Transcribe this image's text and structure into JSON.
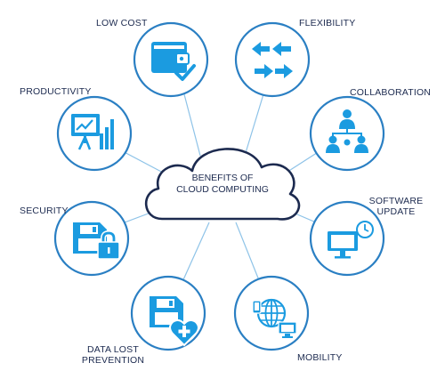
{
  "center": {
    "line1": "BENEFITS OF",
    "line2": "CLOUD COMPUTING"
  },
  "benefits": {
    "low_cost": "LOW COST",
    "flexibility": "FLEXIBILITY",
    "productivity": "PRODUCTIVITY",
    "collaboration": "COLLABORATION",
    "security": "SECURITY",
    "software_update_1": "SOFTWARE",
    "software_update_2": "UPDATE",
    "data_lost_1": "DATA LOST",
    "data_lost_2": "PREVENTION",
    "mobility": "MOBILITY"
  },
  "colors": {
    "circle_stroke": "#2a7fc3",
    "icon_fill": "#1b9be0",
    "connector": "#8ec3e8",
    "cloud_stroke": "#1c2a4f",
    "text": "#1c2a4f"
  },
  "icons": {
    "low_cost": "wallet-check-icon",
    "flexibility": "arrows-exchange-icon",
    "productivity": "presentation-chart-icon",
    "collaboration": "team-hierarchy-icon",
    "security": "floppy-lock-icon",
    "software_update": "monitor-clock-icon",
    "data_lost": "floppy-heart-icon",
    "mobility": "globe-devices-icon"
  }
}
